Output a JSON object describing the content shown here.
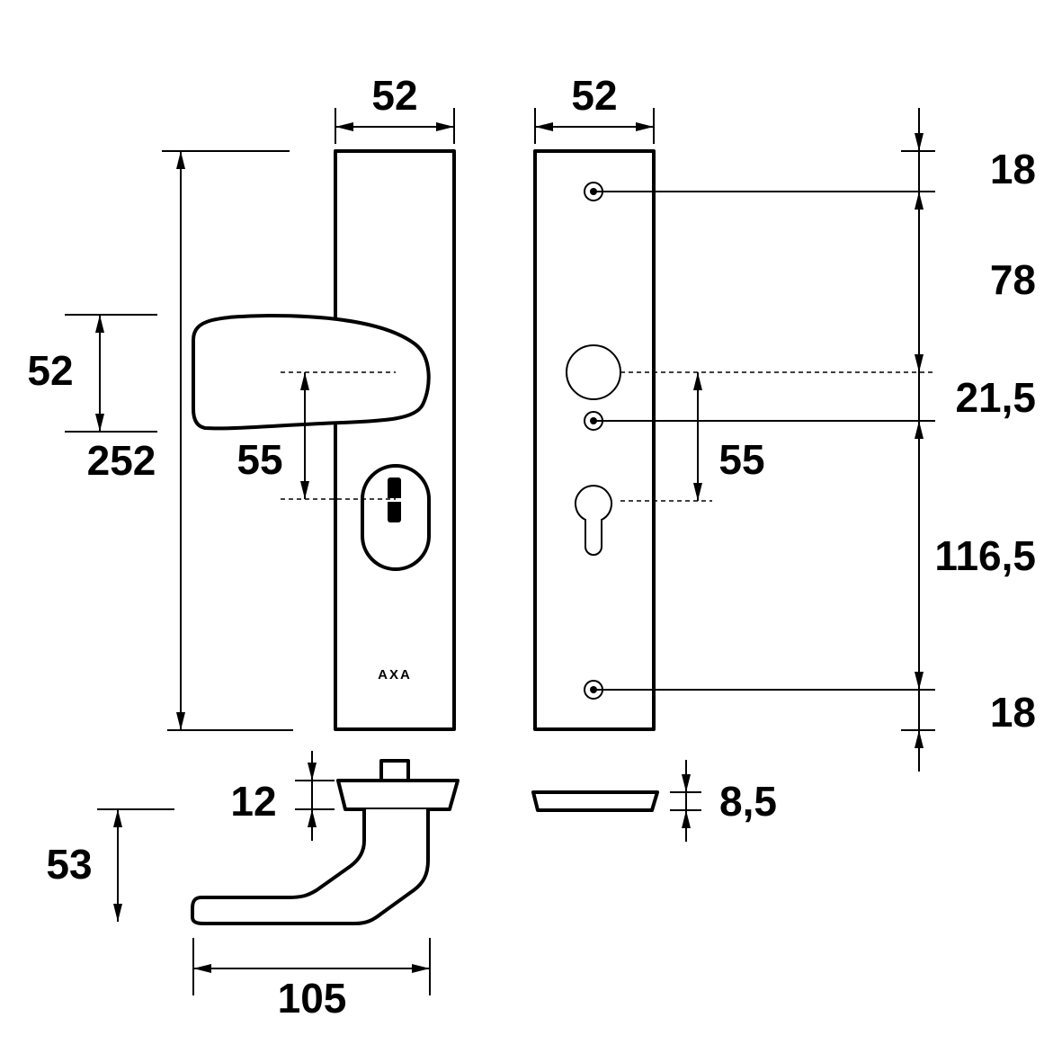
{
  "dimensions": {
    "front_width": "52",
    "back_width": "52",
    "knob_height": "52",
    "total_height": "252",
    "front_center_distance": "55",
    "back_center_distance": "55",
    "top_margin": "18",
    "upper_spacing": "78",
    "knob_offset": "21,5",
    "lower_spacing": "116,5",
    "bottom_margin": "18",
    "knob_projection": "12",
    "plate_thickness": "8,5",
    "handle_height": "53",
    "handle_length": "105"
  },
  "logo": "AXA",
  "colors": {
    "line": "#000000",
    "background": "#ffffff"
  }
}
